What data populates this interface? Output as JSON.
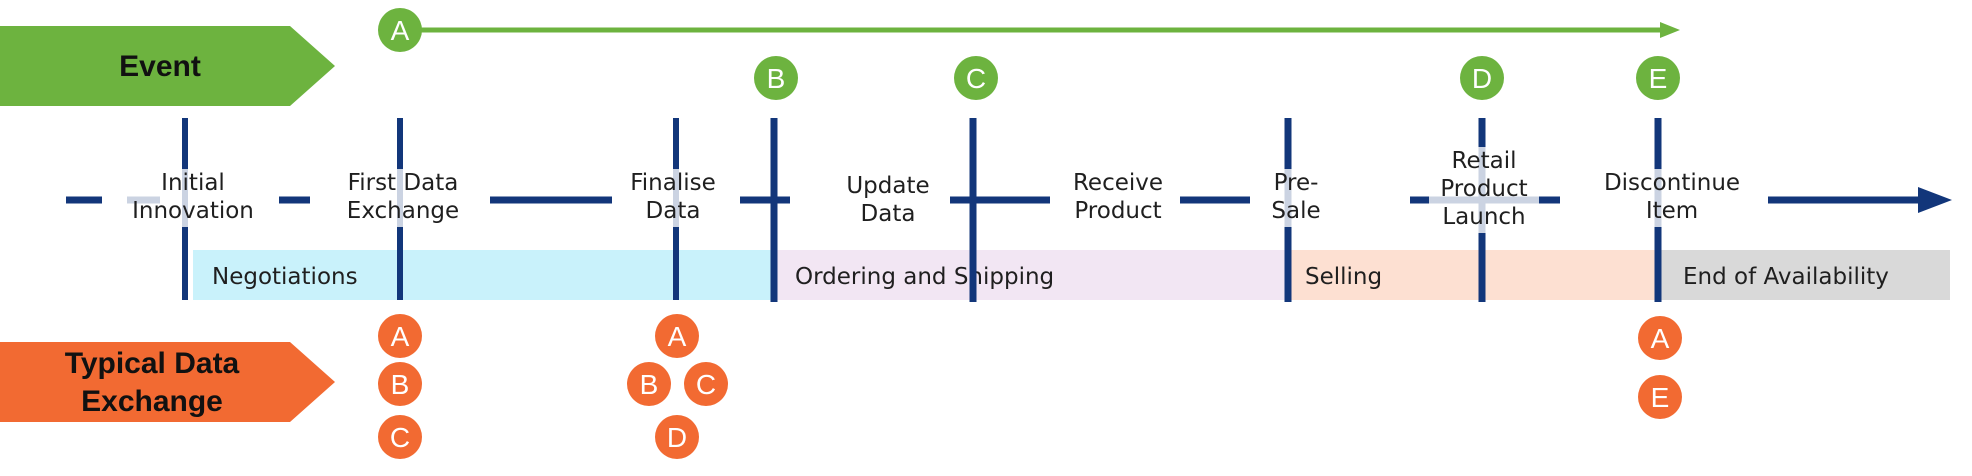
{
  "colors": {
    "green": "#6db33f",
    "orange": "#f26a32",
    "navy": "#12367a",
    "negotiations": "#c9f2fb",
    "ordering": "#f2e6f3",
    "selling": "#fde0d2",
    "availability": "#d9d9d9"
  },
  "event_tag": {
    "label": "Event"
  },
  "data_tag": {
    "lines": [
      "Typical Data",
      "Exchange"
    ]
  },
  "milestones": [
    {
      "lines": [
        "Initial",
        "Innovation"
      ]
    },
    {
      "lines": [
        "First Data",
        "Exchange"
      ]
    },
    {
      "lines": [
        "Finalise",
        "Data"
      ]
    },
    {
      "lines": [
        "Update",
        "Data"
      ]
    },
    {
      "lines": [
        "Receive",
        "Product"
      ]
    },
    {
      "lines": [
        "Pre-",
        "Sale"
      ]
    },
    {
      "lines": [
        "Retail",
        "Product",
        "Launch"
      ]
    },
    {
      "lines": [
        "Discontinue",
        "Item"
      ]
    }
  ],
  "phases": [
    {
      "label": "Negotiations",
      "color": "#c9f2fb"
    },
    {
      "label": "Ordering and Shipping",
      "color": "#f2e6f3"
    },
    {
      "label": "Selling",
      "color": "#fde0d2"
    },
    {
      "label": "End of Availability",
      "color": "#d9d9d9"
    }
  ],
  "event_badges": [
    {
      "letter": "A"
    },
    {
      "letter": "B"
    },
    {
      "letter": "C"
    },
    {
      "letter": "D"
    },
    {
      "letter": "E"
    }
  ],
  "exchange_badges": [
    {
      "letter": "A"
    },
    {
      "letter": "B"
    },
    {
      "letter": "C"
    },
    {
      "letter": "A"
    },
    {
      "letter": "B"
    },
    {
      "letter": "C"
    },
    {
      "letter": "D"
    },
    {
      "letter": "A"
    },
    {
      "letter": "E"
    }
  ]
}
